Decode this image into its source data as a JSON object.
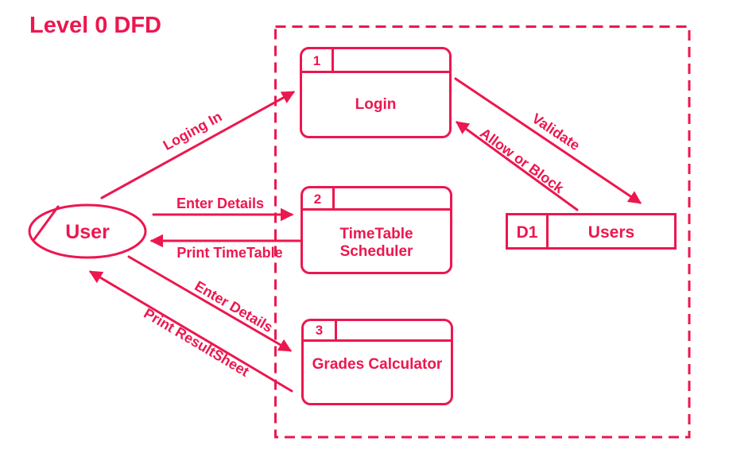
{
  "diagram": {
    "title": "Level 0 DFD",
    "accent_color": "#EC174F",
    "external_entity": {
      "label": "User"
    },
    "processes": [
      {
        "number": "1",
        "label": "Login",
        "lines": [
          "Login"
        ]
      },
      {
        "number": "2",
        "label": "TimeTable Scheduler",
        "lines": [
          "TimeTable",
          "Scheduler"
        ]
      },
      {
        "number": "3",
        "label": "Grades Calculator",
        "lines": [
          "Grades Calculator"
        ]
      }
    ],
    "data_store": {
      "id": "D1",
      "label": "Users"
    },
    "flows": [
      {
        "label": "Loging In",
        "from": "User",
        "to": "Login"
      },
      {
        "label": "Enter Details",
        "from": "User",
        "to": "TimeTable Scheduler"
      },
      {
        "label": "Print TimeTable",
        "from": "TimeTable Scheduler",
        "to": "User"
      },
      {
        "label": "Enter Details",
        "from": "User",
        "to": "Grades Calculator"
      },
      {
        "label": "Print ResultSheet",
        "from": "Grades Calculator",
        "to": "User"
      },
      {
        "label": "Validate",
        "from": "Login",
        "to": "Users"
      },
      {
        "label": "Allow or Block",
        "from": "Users",
        "to": "Login"
      }
    ]
  }
}
